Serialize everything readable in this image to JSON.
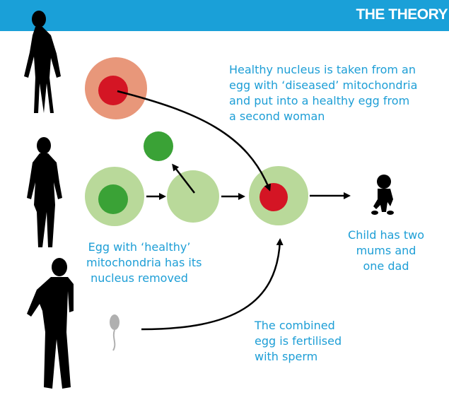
{
  "header": {
    "title": "THE THEORY"
  },
  "labels": {
    "nucleus_transfer": [
      "Healthy nucleus is taken from an",
      "egg with ‘diseased’ mitochondria",
      "and put into a healthy egg from",
      "a second woman"
    ],
    "nucleus_removed": [
      "Egg with ‘healthy’",
      "mitochondria has its",
      "nucleus removed"
    ],
    "child": [
      "Child has two",
      "mums and",
      "one dad"
    ],
    "fertilised": [
      "The combined",
      "egg is fertilised",
      "with sperm"
    ]
  },
  "colors": {
    "header": "#1aa0d8",
    "text": "#1d9ed6",
    "diseased_egg": "#e8977a",
    "healthy_egg": "#b9d99a",
    "healthy_nucleus": "#3aa236",
    "transferred_nucleus": "#d41524",
    "silhouette": "#000000",
    "sperm": "#b0b0b0"
  },
  "icons": [
    "woman-silhouette",
    "woman-silhouette",
    "man-silhouette",
    "sperm-icon",
    "baby-icon"
  ]
}
